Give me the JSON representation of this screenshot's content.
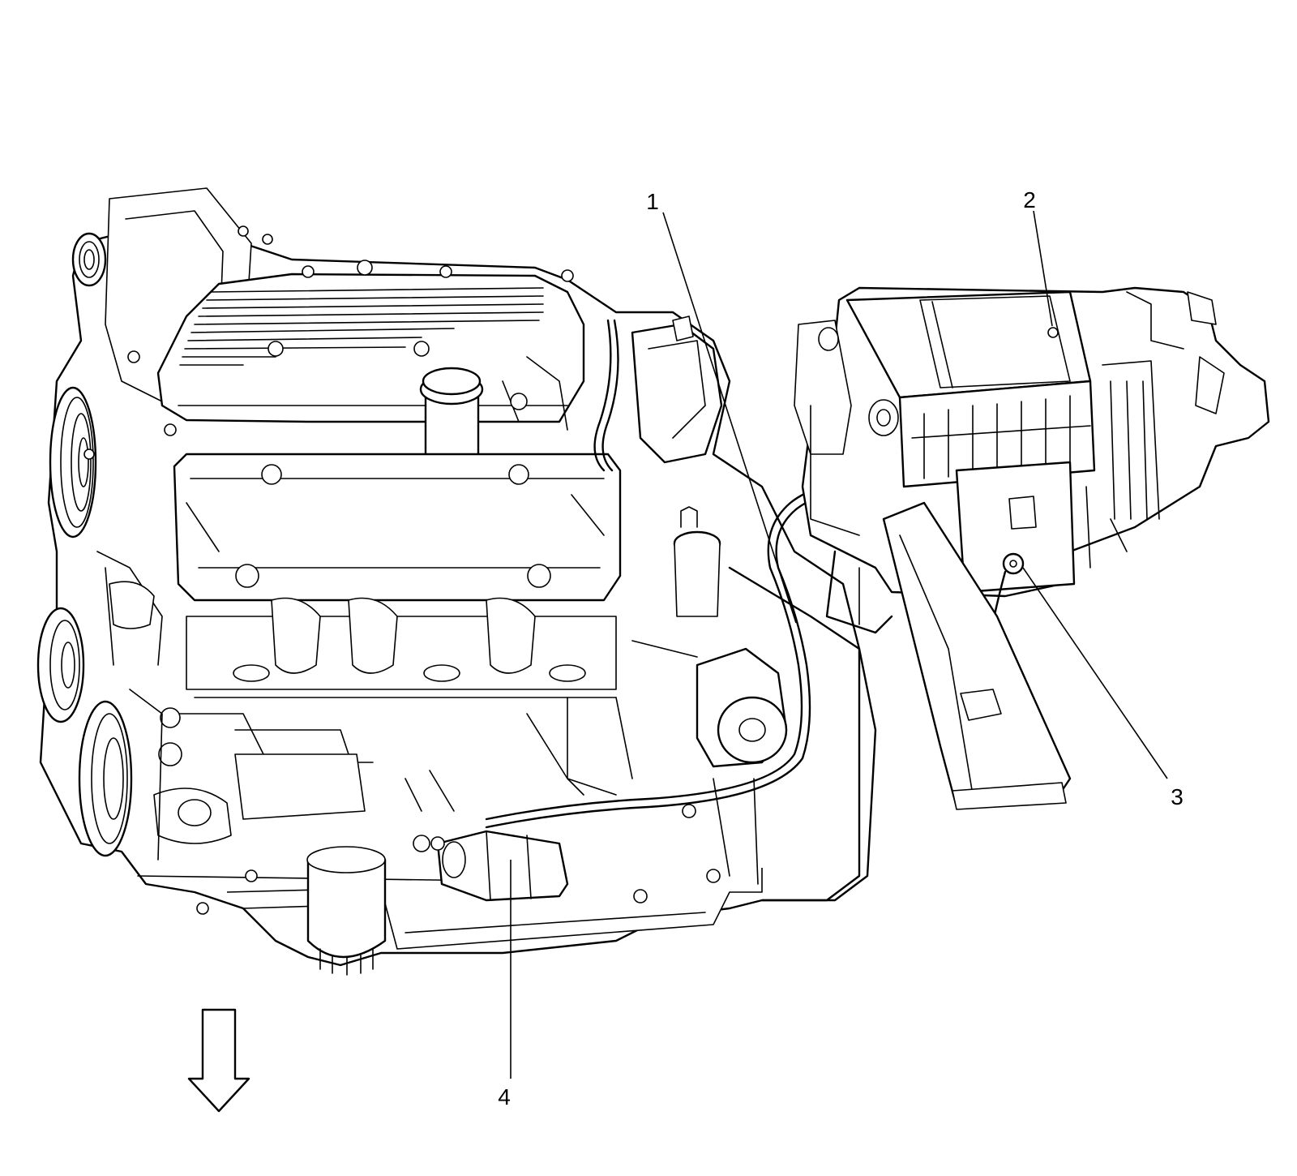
{
  "callouts": [
    {
      "id": "1",
      "label": "1"
    },
    {
      "id": "2",
      "label": "2"
    },
    {
      "id": "3",
      "label": "3"
    },
    {
      "id": "4",
      "label": "4"
    }
  ],
  "direction_arrow": {
    "icon": "down-arrow-icon"
  },
  "colors": {
    "line": "#000000",
    "background": "#ffffff"
  }
}
